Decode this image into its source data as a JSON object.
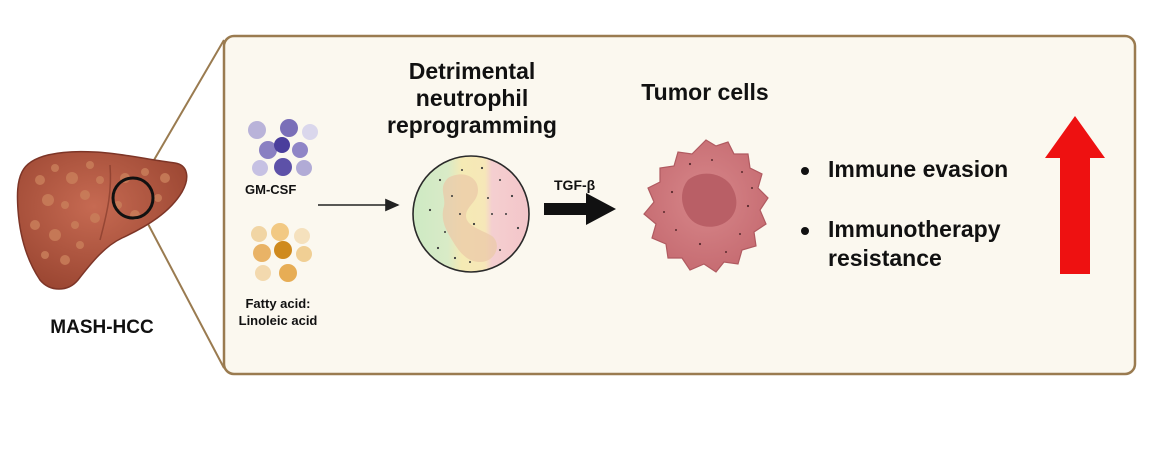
{
  "organ": {
    "label": "MASH-HCC"
  },
  "inputs": {
    "gm_csf_label": "GM-CSF",
    "fatty_acid_line1": "Fatty acid:",
    "fatty_acid_line2": "Linoleic acid"
  },
  "neutrophil": {
    "title_line1": "Detrimental",
    "title_line2": "neutrophil",
    "title_line3": "reprogramming"
  },
  "signal": {
    "label": "TGF-β"
  },
  "tumor": {
    "label": "Tumor cells"
  },
  "outcomes": {
    "item1": "Immune evasion",
    "item2_line1": "Immunotherapy",
    "item2_line2": "resistance"
  },
  "colors": {
    "panel_border": "#9a7b50",
    "panel_fill": "#fbf8ef",
    "liver": "#b45a45",
    "tumor": "#cf7a7e",
    "up_arrow": "#ee1111"
  },
  "icons": {
    "organ": "liver-icon",
    "up_arrow": "red-up-arrow-icon"
  }
}
